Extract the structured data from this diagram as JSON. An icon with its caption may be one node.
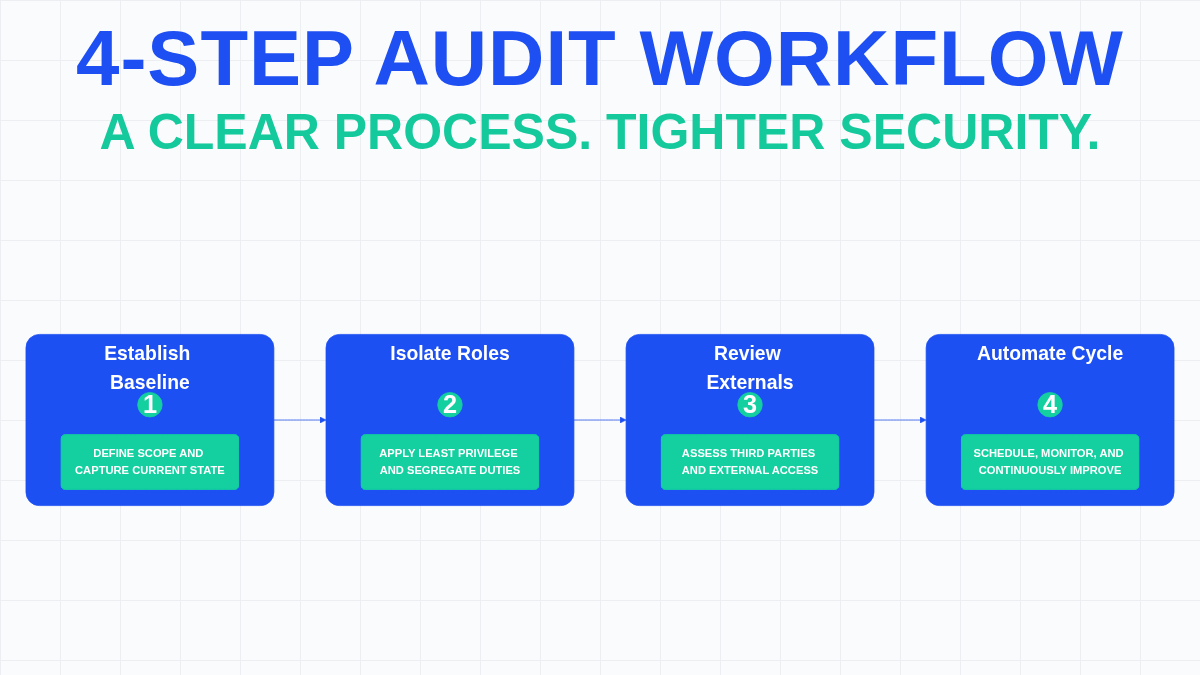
{
  "diagram": {
    "title": "4-STEP AUDIT WORKFLOW",
    "nodes": [
      {
        "text": [
          "Establish Baseline"
        ]
      },
      {
        "text": [
          "1"
        ],
        "in": 0
      },
      {
        "text": [
          "DEFINE SCOPE AND CAPTURE CURRENT STATE"
        ],
        "in": 0
      },
      {
        "text": [
          "Isolate Roles"
        ]
      },
      {
        "text": [
          "2"
        ],
        "in": 3
      },
      {
        "text": [
          "APPLY LEAST PRIVILEGE AND SEGREGATE DUTIES"
        ],
        "in": 3
      },
      {
        "text": [
          "Review Externals"
        ]
      },
      {
        "text": [
          "3"
        ],
        "in": 6
      },
      {
        "text": [
          "ASSESS THIRD PARTIES AND EXTERNAL ACCESS"
        ],
        "in": 6
      },
      {
        "text": [
          "Automate Cycle"
        ]
      },
      {
        "text": [
          "4"
        ],
        "in": 9
      },
      {
        "text": [
          "SCHEDULE, MONITOR, AND CONTINUOUSLY IMPROVE"
        ],
        "in": 9
      }
    ],
    "edges": [
      {
        "from": 0,
        "to": 3,
        "arrow": "to"
      },
      {
        "from": 3,
        "to": 6,
        "arrow": "to"
      },
      {
        "from": 6,
        "to": 9,
        "arrow": "to"
      }
    ],
    "labels": [
      "A CLEAR PROCESS. TIGHTER SECURITY."
    ]
  }
}
